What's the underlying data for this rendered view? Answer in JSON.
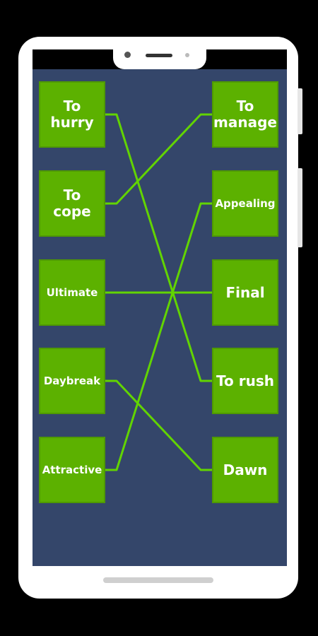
{
  "left_items": [
    "To\nhurry",
    "To\ncope",
    "Ultimate",
    "Daybreak",
    "Attractive"
  ],
  "right_items": [
    "To\nmanage",
    "Appealing",
    "Final",
    "To rush",
    "Dawn"
  ],
  "connections": [
    [
      0,
      3
    ],
    [
      1,
      0
    ],
    [
      2,
      2
    ],
    [
      3,
      4
    ],
    [
      4,
      1
    ]
  ],
  "colors": {
    "screen_bg": "#34466a",
    "card_fill": "#5cb100",
    "line": "#62d400",
    "text": "#ffffff"
  }
}
